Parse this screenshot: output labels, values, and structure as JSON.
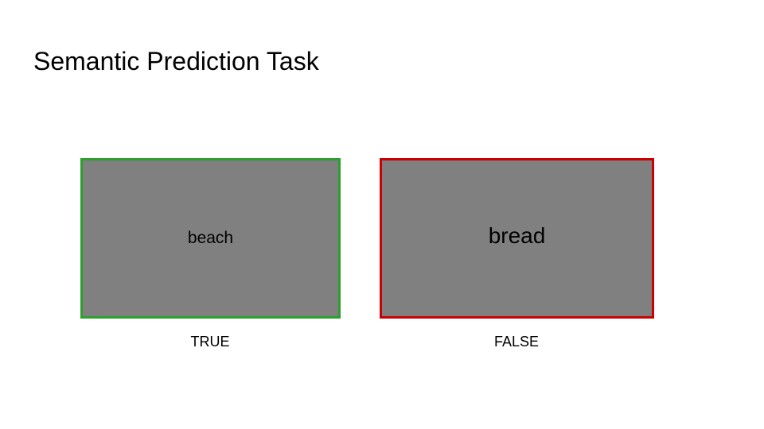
{
  "title": "Semantic Prediction Task",
  "cards": [
    {
      "word": "beach",
      "label": "TRUE",
      "fill_color": "#808080",
      "border_color": "#2ca02c"
    },
    {
      "word": "bread",
      "label": "FALSE",
      "fill_color": "#808080",
      "border_color": "#cc0000"
    }
  ]
}
